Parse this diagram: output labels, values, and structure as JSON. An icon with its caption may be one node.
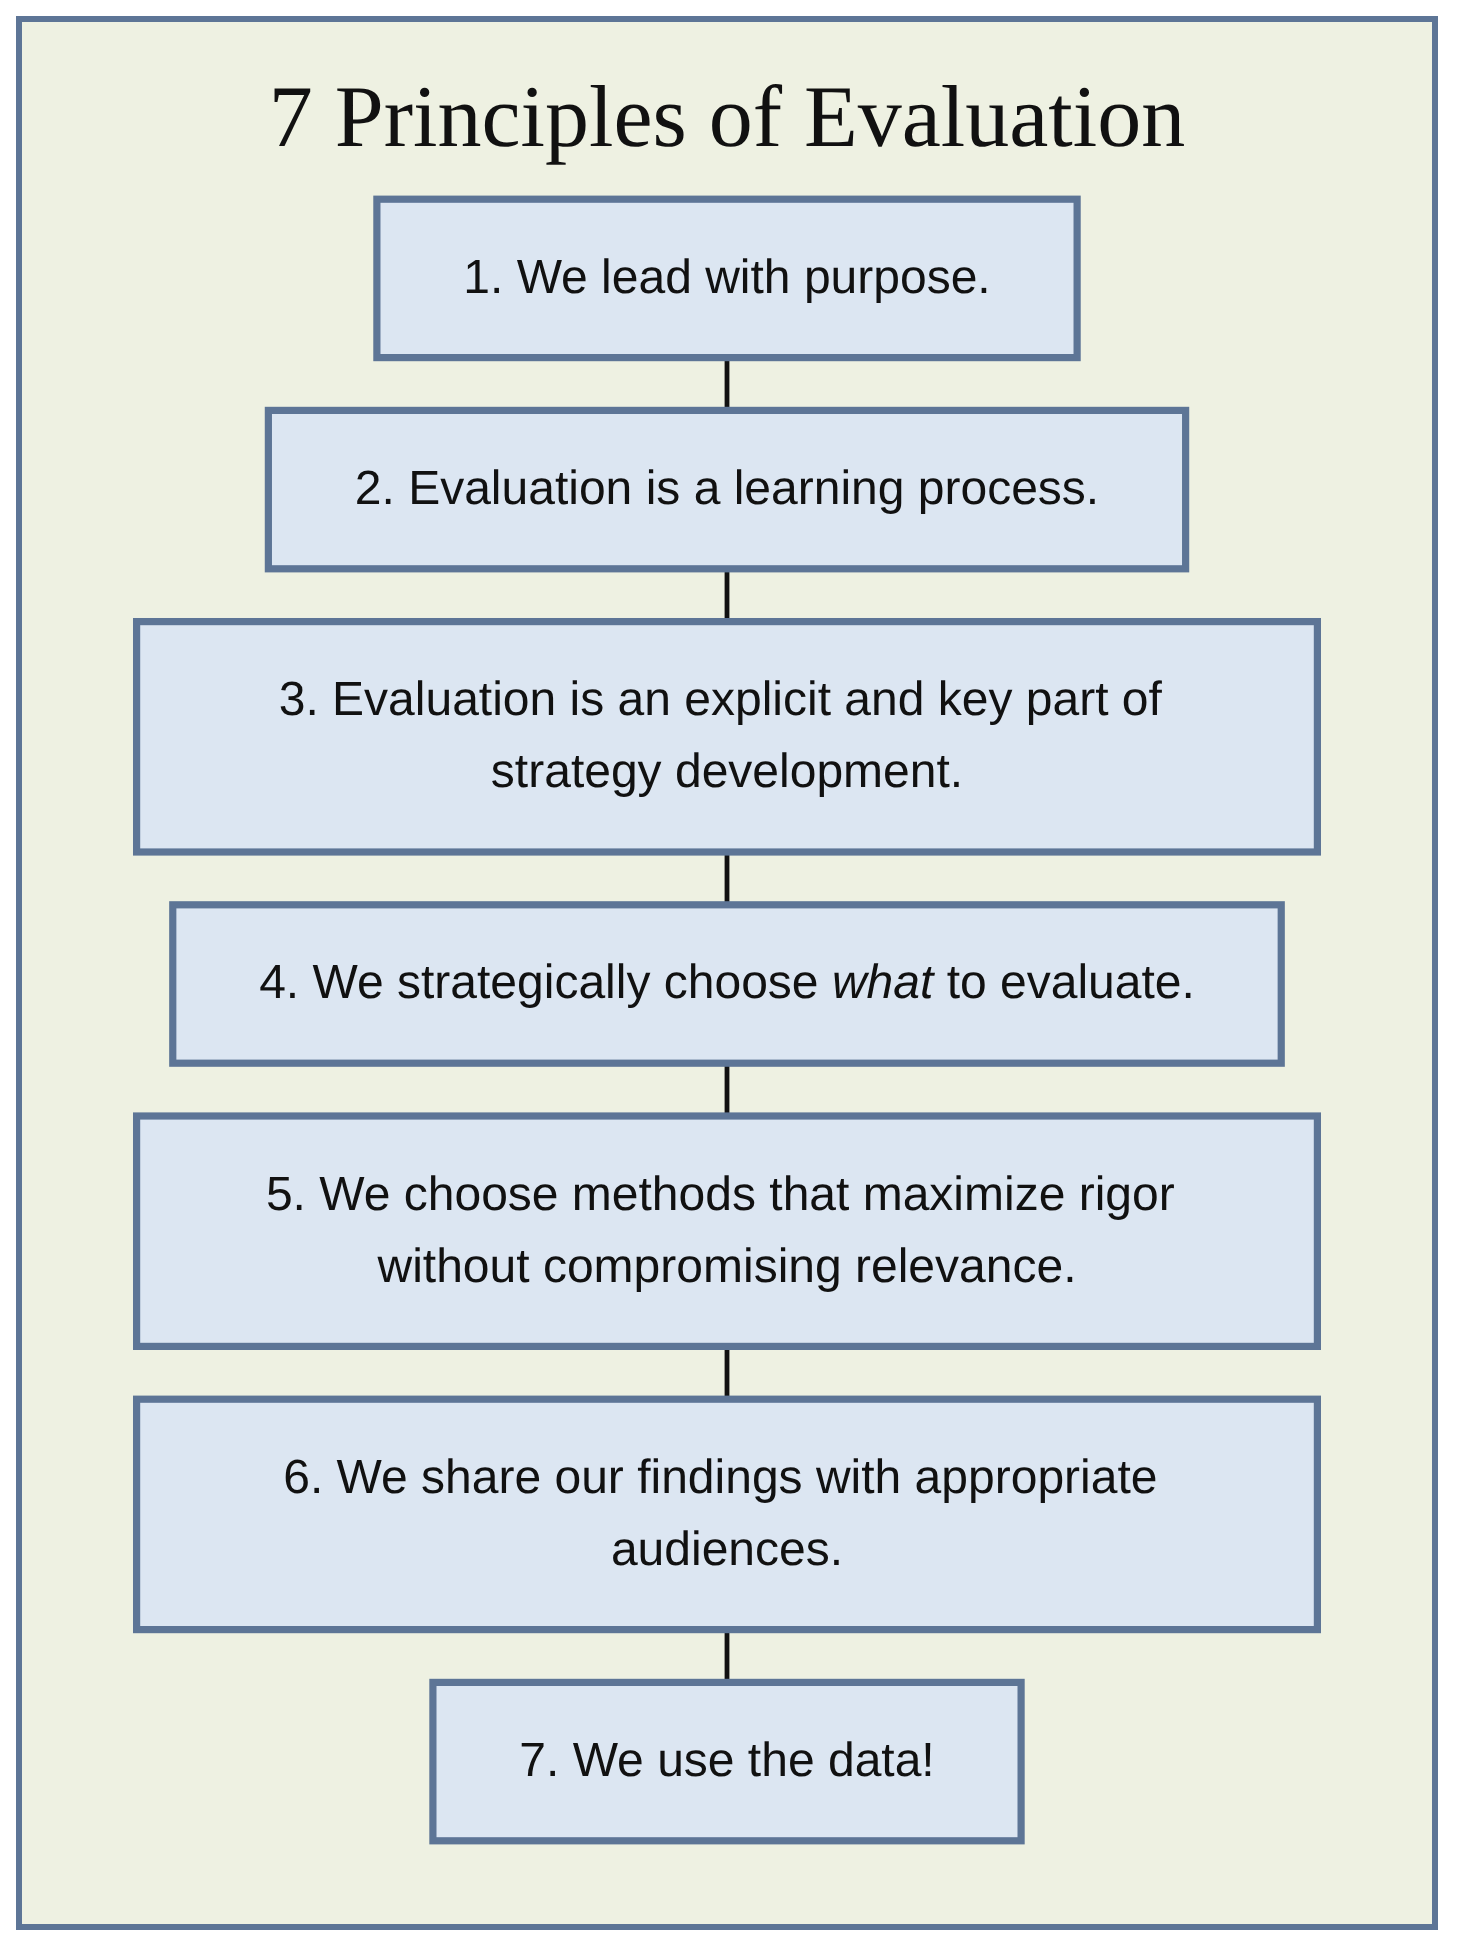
{
  "diagram": {
    "title": "7 Principles of Evaluation",
    "nodes": [
      {
        "text": [
          "1. We lead with purpose."
        ]
      },
      {
        "text": [
          "2. Evaluation is a learning process."
        ]
      },
      {
        "text": [
          "3. Evaluation is an explicit and key part of strategy development."
        ]
      },
      {
        "text": [
          "4. We strategically choose *what* to evaluate."
        ]
      },
      {
        "text": [
          "5. We choose methods that maximize rigor without compromising relevance."
        ]
      },
      {
        "text": [
          "6. We share our findings with appropriate audiences."
        ]
      },
      {
        "text": [
          "7. We use the data!"
        ]
      }
    ],
    "edges": [
      {
        "from": 0,
        "to": 1,
        "arrow": "none"
      },
      {
        "from": 1,
        "to": 2,
        "arrow": "none"
      },
      {
        "from": 2,
        "to": 3,
        "arrow": "none"
      },
      {
        "from": 3,
        "to": 4,
        "arrow": "none"
      },
      {
        "from": 4,
        "to": 5,
        "arrow": "none"
      },
      {
        "from": 5,
        "to": 6,
        "arrow": "none"
      }
    ]
  }
}
